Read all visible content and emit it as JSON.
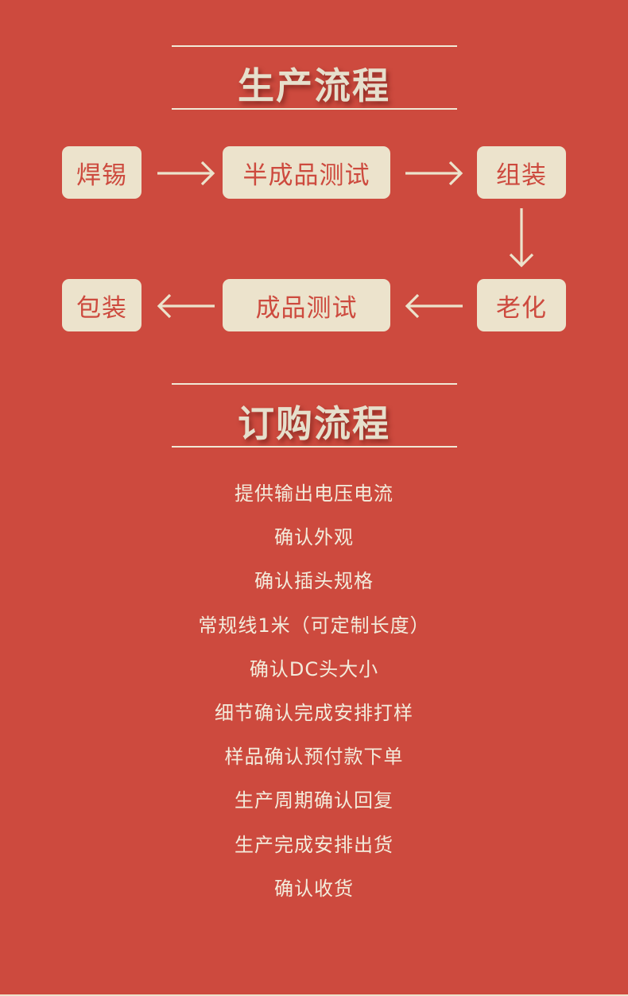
{
  "colors": {
    "background": "#CD4A3E",
    "box_fill": "#ECE3CC",
    "box_text": "#CD4A3E",
    "title_text": "#E6DFCC",
    "line": "#F1E9D6"
  },
  "production": {
    "title": "生产流程",
    "row1": [
      {
        "label": "焊锡"
      },
      {
        "label": "半成品测试"
      },
      {
        "label": "组装"
      }
    ],
    "row2": [
      {
        "label": "包装"
      },
      {
        "label": "成品测试"
      },
      {
        "label": "老化"
      }
    ],
    "arrows": [
      "arrow-right",
      "arrow-right",
      "arrow-down",
      "arrow-left",
      "arrow-left"
    ]
  },
  "ordering": {
    "title": "订购流程",
    "steps": [
      "提供输出电压电流",
      "确认外观",
      "确认插头规格",
      "常规线1米（可定制长度）",
      "确认DC头大小",
      "细节确认完成安排打样",
      "样品确认预付款下单",
      "生产周期确认回复",
      "生产完成安排出货",
      "确认收货"
    ]
  }
}
